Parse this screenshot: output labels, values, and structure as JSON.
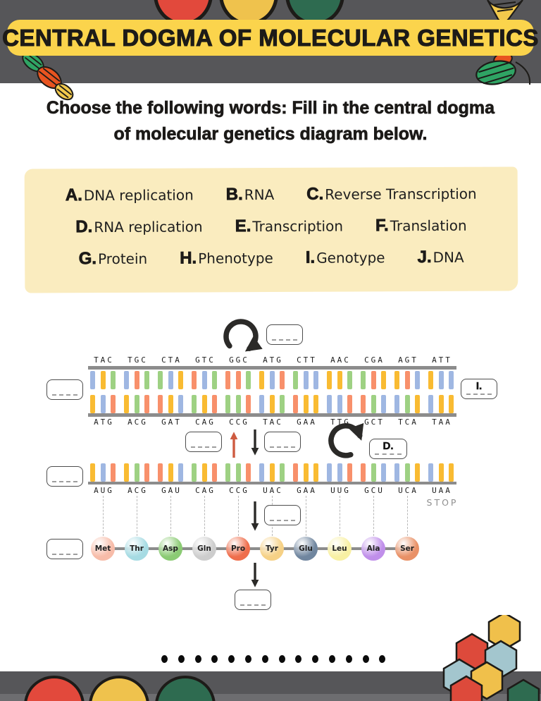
{
  "palette": {
    "ink": "#1d1b18",
    "bar_gray": "#565659",
    "banner_yellow": "#FBD44C",
    "bank_yellow": "#FAECBF",
    "backbone": "#8c8c8c",
    "circ_red": "#E2493C",
    "circ_yellow": "#EFC24D",
    "circ_green": "#2E6B50",
    "hex_red": "#DD4A3B",
    "hex_yellow": "#F0C04B",
    "hex_blue": "#A3C6CE",
    "hex_green": "#2E6B50",
    "helix_green": "#2FA464",
    "helix_orange": "#E85420",
    "helix_yellow": "#F2C94C",
    "arrow_dark": "#2b2a28",
    "arrow_red": "#CE5B40"
  },
  "header": {
    "title": "CENTRAL DOGMA OF MOLECULAR GENETICS"
  },
  "instruction": {
    "line1": "Choose the following words: Fill in the central dogma",
    "line2": "of molecular genetics diagram below."
  },
  "word_bank": {
    "rows": [
      [
        {
          "k": "A.",
          "w": "DNA replication"
        },
        {
          "k": "B.",
          "w": "RNA"
        },
        {
          "k": "C.",
          "w": "Reverse Transcription"
        }
      ],
      [
        {
          "k": "D.",
          "w": "RNA replication"
        },
        {
          "k": "E.",
          "w": "Transcription"
        },
        {
          "k": "F.",
          "w": "Translation"
        }
      ],
      [
        {
          "k": "G.",
          "w": "Protein"
        },
        {
          "k": "H.",
          "w": "Phenotype"
        },
        {
          "k": "I.",
          "w": "Genotype"
        },
        {
          "k": "J.",
          "w": "DNA"
        }
      ]
    ]
  },
  "diagram": {
    "dna_top_codons": [
      "TAC",
      "TGC",
      "CTA",
      "GTC",
      "GGC",
      "ATG",
      "CTT",
      "AAC",
      "CGA",
      "AGT",
      "ATT"
    ],
    "dna_bottom_codons": [
      "ATG",
      "ACG",
      "GAT",
      "CAG",
      "CCG",
      "TAC",
      "GAA",
      "TTG",
      "GCT",
      "TCA",
      "TAA"
    ],
    "mrna_codons": [
      "AUG",
      "ACG",
      "GAU",
      "CAG",
      "CCG",
      "UAC",
      "GAA",
      "UUG",
      "GCU",
      "UCA",
      "UAA"
    ],
    "stop_label": "STOP",
    "base_colors": {
      "A": "#F9BB32",
      "T": "#9FB7E2",
      "U": "#9FB7E2",
      "G": "#F8906B",
      "C": "#9ED183"
    },
    "amino_acids": [
      {
        "name": "Met",
        "color": "#F7BCA9"
      },
      {
        "name": "Thr",
        "color": "#A6DBE3"
      },
      {
        "name": "Asp",
        "color": "#8BCB74"
      },
      {
        "name": "Gln",
        "color": "#CDCDCD"
      },
      {
        "name": "Pro",
        "color": "#EF6E4C"
      },
      {
        "name": "Tyr",
        "color": "#F6D186"
      },
      {
        "name": "Glu",
        "color": "#70869F"
      },
      {
        "name": "Leu",
        "color": "#F8F0A3"
      },
      {
        "name": "Ala",
        "color": "#C08FEA"
      },
      {
        "name": "Ser",
        "color": "#E99167"
      }
    ],
    "answers": {
      "genotype": "I.",
      "rna_replication": "D."
    },
    "blank_placeholder": "------"
  },
  "footer": {
    "dot_count": 14
  }
}
